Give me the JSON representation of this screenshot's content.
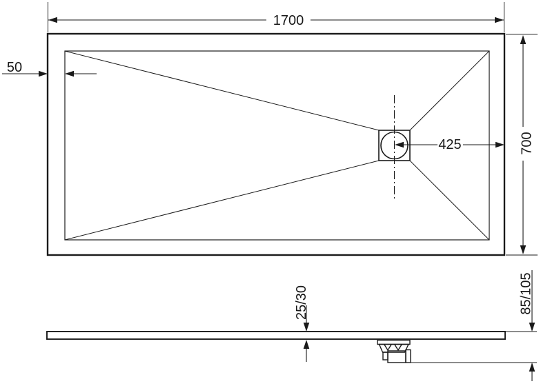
{
  "drawing": {
    "background_color": "#ffffff",
    "line_color": "#1a1a1a",
    "dimensions": {
      "overall_width": "1700",
      "rim_offset": "50",
      "drain_center_to_edge": "425",
      "overall_depth": "700",
      "tray_thickness": "25/30",
      "overall_height": "85/105"
    }
  }
}
